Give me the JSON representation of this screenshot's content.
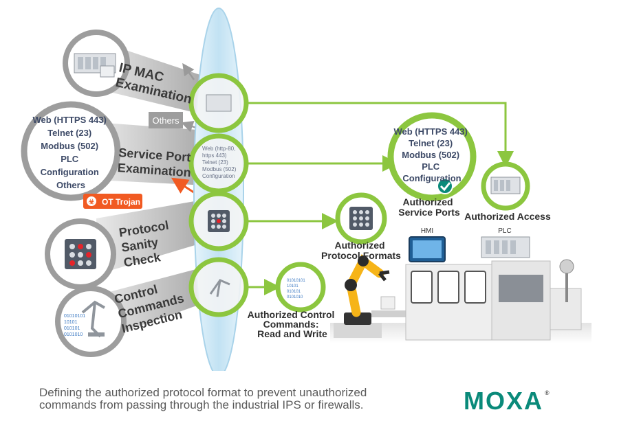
{
  "diagram": {
    "examinations": [
      {
        "lines": [
          "IP MAC",
          "Examination"
        ]
      },
      {
        "lines": [
          "Service Port",
          "Examination"
        ]
      },
      {
        "lines": [
          "Protocol",
          "Sanity",
          "Check"
        ]
      },
      {
        "lines": [
          "Control",
          "Commands",
          "Inspection"
        ]
      }
    ],
    "left_service_circle": {
      "lines": [
        "Web (HTTPS 443)",
        "Telnet (23)",
        "Modbus (502)",
        "PLC",
        "Configuration",
        "Others"
      ]
    },
    "others_tag": "Others",
    "trojan_tag": "OT Trojan",
    "lens_service_text": [
      "Web (http-80,",
      "https 443)",
      "Telnet (23)",
      "Modbus (502)",
      "Configuration"
    ],
    "code_text": [
      "01010101",
      "10101",
      "010101",
      "0101010"
    ],
    "authorized": {
      "service_ports_circle": [
        "Web (HTTPS 443)",
        "Telnet (23)",
        "Modbus (502)",
        "PLC",
        "Configuration"
      ],
      "service_ports_label": [
        "Authorized",
        "Service Ports"
      ],
      "access_label": "Authorized Access",
      "protocol_formats_label": [
        "Authorized",
        "Protocol Formats"
      ],
      "control_commands_label": [
        "Authorized Control",
        "Commands:",
        "Read and Write"
      ]
    },
    "machine_labels": {
      "hmi": "HMI",
      "plc": "PLC"
    }
  },
  "footer": {
    "caption_lines": [
      "Defining the authorized protocol format to prevent unauthorized",
      "commands from passing through the industrial IPS or firewalls."
    ],
    "brand": "MOXA",
    "trademark": "®"
  },
  "colors": {
    "green": "#8cc63f",
    "orange": "#f15a22",
    "gray_ring": "#9d9d9d",
    "navy_text": "#3d4a67",
    "lens": "#cfe8f6",
    "brand_teal": "#0a8a7a"
  }
}
